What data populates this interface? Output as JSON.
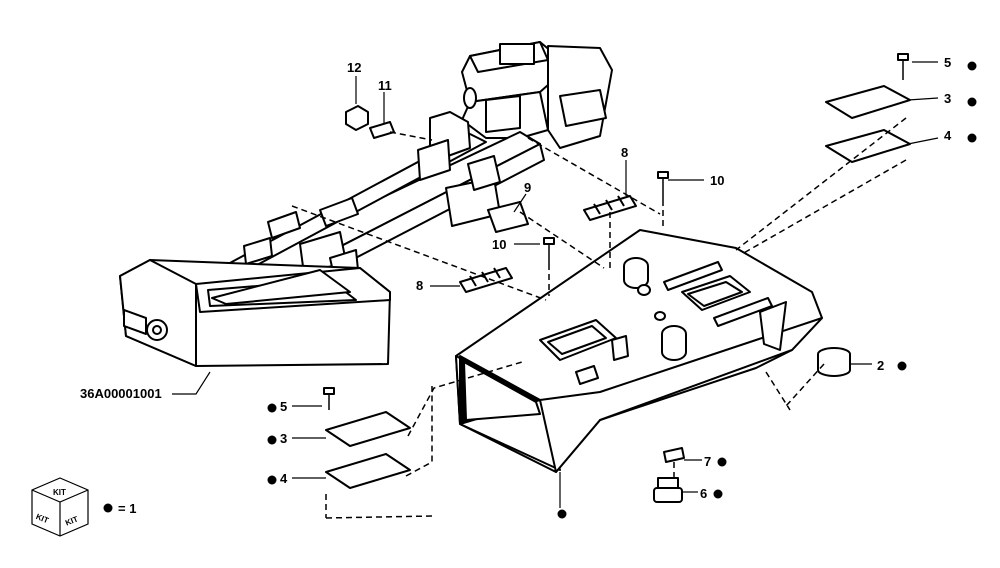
{
  "assembly_code": "36A00001001",
  "kit_icon": {
    "labels": [
      "KIT",
      "KIT",
      "KIT"
    ],
    "legend_text": "= 1"
  },
  "callouts": {
    "c12": "12",
    "c11": "11",
    "c5a": "5",
    "c3a": "3",
    "c4a": "4",
    "c8a": "8",
    "c10a": "10",
    "c9": "9",
    "c10b": "10",
    "c8b": "8",
    "c2": "2",
    "c5b": "5",
    "c3b": "3",
    "c4b": "4",
    "c7": "7",
    "c6": "6"
  },
  "colors": {
    "ink": "#000000",
    "paper": "#ffffff"
  }
}
